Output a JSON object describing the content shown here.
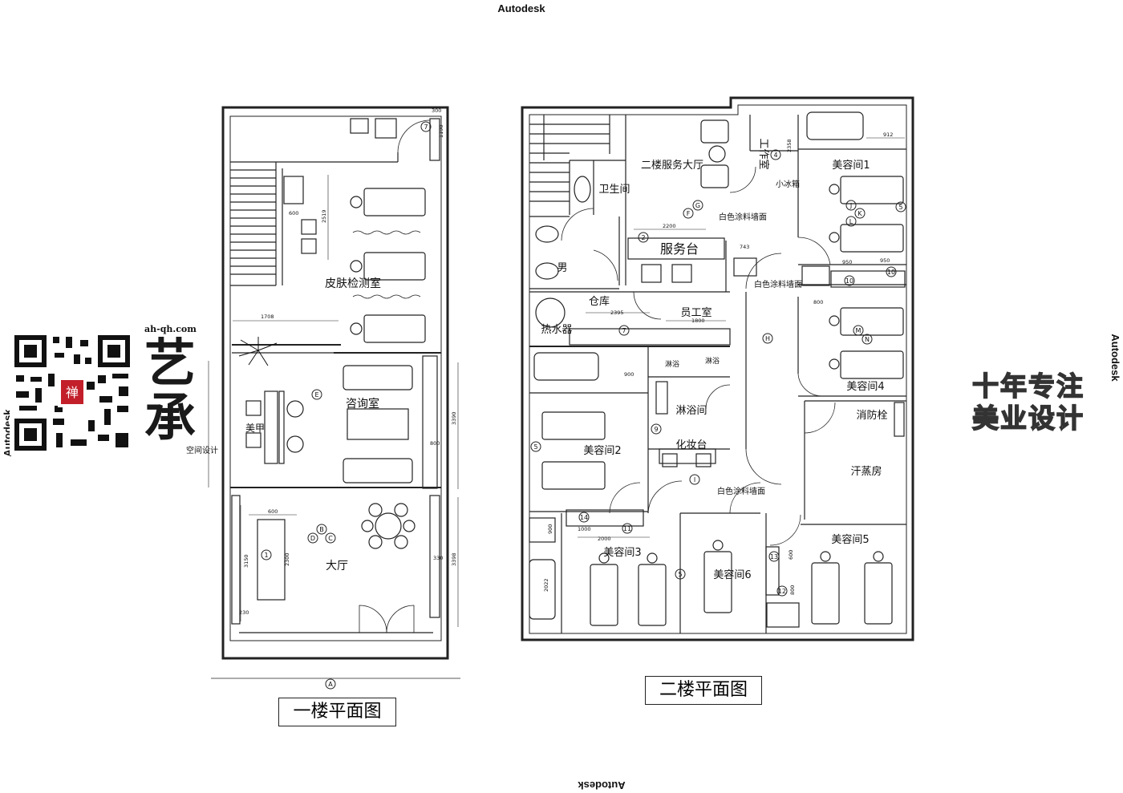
{
  "watermark": {
    "top": "Autodesk",
    "bottom": "Autodesk",
    "left": "Autodesk",
    "right": "Autodesk"
  },
  "floor1": {
    "title": "一楼平面图",
    "rooms": {
      "skin_test": "皮肤检测室",
      "consult": "咨询室",
      "nail": "美甲",
      "hall": "大厅"
    },
    "dims": {
      "d1708": "1708",
      "d600a": "600",
      "d2519": "2519",
      "d600b": "600",
      "d3390": "3390",
      "d3398": "3398",
      "d3150": "3150",
      "d2300": "2300",
      "d800": "800",
      "d1190": "1190",
      "d230": "230",
      "d330": "330",
      "d300": "300"
    },
    "markers": {
      "A": "A",
      "B": "B",
      "C": "C",
      "D": "D",
      "E": "E",
      "n1": "1",
      "n7": "7"
    }
  },
  "floor2": {
    "title": "二楼平面图",
    "rooms": {
      "service_hall": "二楼服务大厅",
      "toilet": "卫生间",
      "service_desk": "服务台",
      "male": "男",
      "warehouse": "仓库",
      "staff": "员工室",
      "water_heater": "热水器",
      "shower1": "淋浴",
      "shower2": "淋浴",
      "bathroom": "淋浴间",
      "makeup": "化妆台",
      "work": "工作室",
      "fridge": "小冰箱",
      "beauty1": "美容间1",
      "beauty2": "美容间2",
      "beauty3": "美容间3",
      "beauty4": "美容间4",
      "beauty5": "美容间5",
      "beauty6": "美容间6",
      "hydrant": "消防栓",
      "sauna": "汗蒸房"
    },
    "notes": {
      "wall1": "白色涂料墙面",
      "wall2": "白色涂料墙面",
      "wall3": "白色涂料墙面"
    },
    "dims": {
      "d2200": "2200",
      "d743": "743",
      "d2395": "2395",
      "d1800": "1800",
      "d950a": "950",
      "d950b": "950",
      "d800a": "800",
      "d912": "912",
      "d900a": "900",
      "d1000": "1000",
      "d2000": "2000",
      "d2022": "2022",
      "d800b": "800",
      "d900b": "900",
      "d600": "600",
      "d2358": "2358"
    },
    "markers": {
      "F": "F",
      "G": "G",
      "H": "H",
      "I": "I",
      "J": "J",
      "K": "K",
      "L": "L",
      "M": "M",
      "N": "N",
      "n2": "2",
      "n4": "4",
      "n5a": "5",
      "n5b": "5",
      "n5c": "5",
      "n7": "7",
      "n9": "9",
      "n10a": "10",
      "n10b": "10",
      "n11": "11",
      "n12": "12",
      "n13": "13",
      "n14": "14"
    }
  },
  "branding": {
    "site": "ah-qh.com",
    "sub": "空间设计",
    "logo_chars": "艺承",
    "slogan_line1": "十年专注",
    "slogan_line2": "美业设计"
  }
}
